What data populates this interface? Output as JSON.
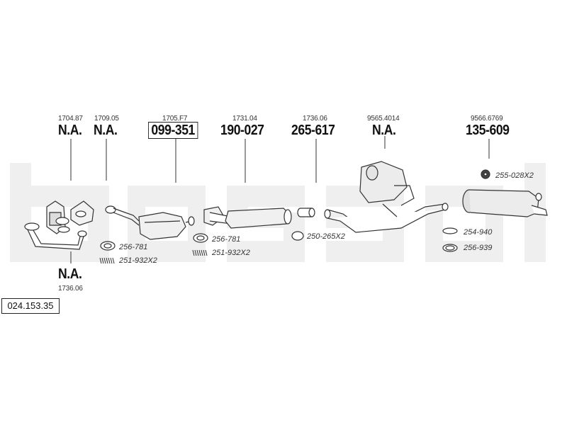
{
  "document_number": "024.153.35",
  "watermark": "bosal",
  "parts": [
    {
      "ref": "1704.87",
      "code": "N.A."
    },
    {
      "ref": "1709.05",
      "code": "N.A."
    },
    {
      "ref": "1705.F7",
      "code": "099-351"
    },
    {
      "ref": "1731.04",
      "code": "190-027"
    },
    {
      "ref": "1736.06",
      "code": "265-617"
    },
    {
      "ref": "9565.4014",
      "code": "N.A."
    },
    {
      "ref": "9566.6769",
      "code": "135-609"
    }
  ],
  "bottom_part": {
    "code": "N.A.",
    "ref": "1736.06"
  },
  "accessories": [
    "256-781",
    "251-932X2",
    "256-781",
    "251-932X2",
    "250-265X2",
    "255-028X2",
    "254-940",
    "256-939"
  ]
}
